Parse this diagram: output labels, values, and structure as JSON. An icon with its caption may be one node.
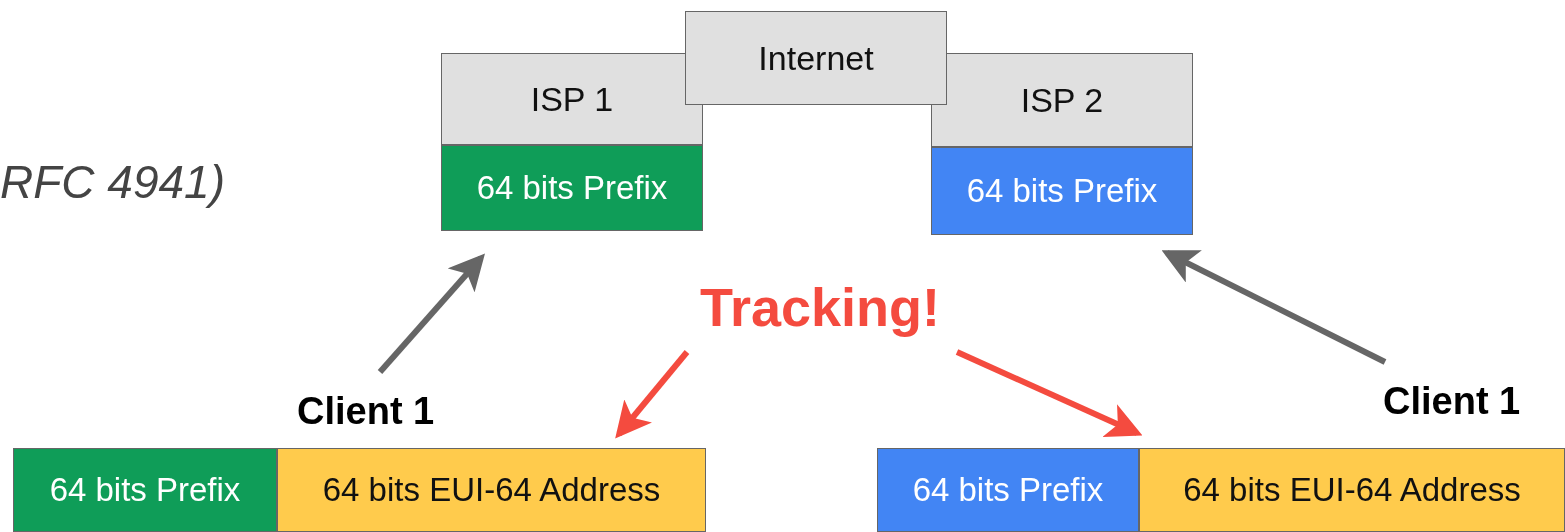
{
  "diagram": {
    "nodes": [
      {
        "text": [
          "Internet"
        ]
      },
      {
        "text": [
          "ISP 1",
          "64 bits Prefix"
        ]
      },
      {
        "text": [
          "ISP 2",
          "64 bits Prefix"
        ]
      },
      {
        "text": [
          "Tracking!"
        ]
      },
      {
        "text": [
          "64 bits Prefix",
          "64 bits EUI-64 Address"
        ],
        "beside": [
          "Client 1"
        ]
      },
      {
        "text": [
          "64 bits Prefix",
          "64 bits EUI-64 Address"
        ],
        "beside": [
          "Client 1"
        ]
      }
    ],
    "edges": [
      {
        "from": 4,
        "to": 1,
        "arrow": "to",
        "color": "#666666"
      },
      {
        "from": 5,
        "to": 2,
        "arrow": "to",
        "color": "#666666"
      },
      {
        "from": 3,
        "to": 4,
        "arrow": "to",
        "color": "#f44b3f"
      },
      {
        "from": 3,
        "to": 5,
        "arrow": "to",
        "color": "#f44b3f"
      }
    ],
    "labels": [
      "RFC 4941)"
    ]
  }
}
